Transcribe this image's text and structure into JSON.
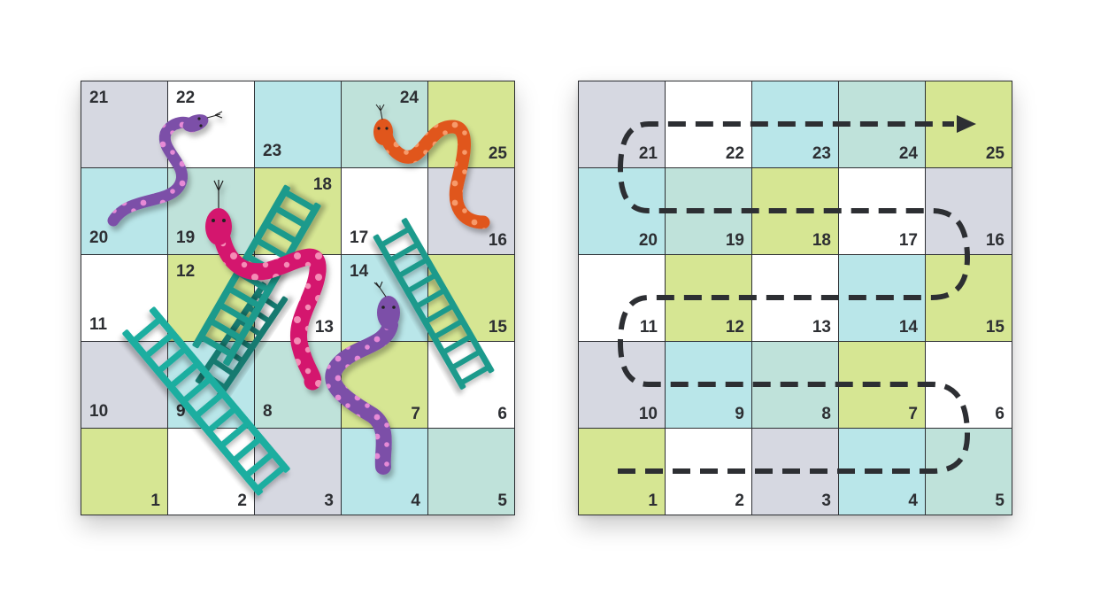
{
  "colors": {
    "lavender": "#d6d8e1",
    "white": "#ffffff",
    "aqua": "#b9e6e9",
    "mint": "#bfe2da",
    "lime": "#d6e693",
    "grid_line": "#2d2f33",
    "ladder": "#1a9a8c",
    "ladder_dark": "#137a6f",
    "path": "#2d2f33"
  },
  "left_board": {
    "cells": [
      {
        "n": "21",
        "color": "lavender",
        "label_pos": "tl"
      },
      {
        "n": "22",
        "color": "white",
        "label_pos": "tl"
      },
      {
        "n": "23",
        "color": "aqua",
        "label_pos": "bl"
      },
      {
        "n": "24",
        "color": "mint",
        "label_pos": "tr"
      },
      {
        "n": "25",
        "color": "lime",
        "label_pos": "br"
      },
      {
        "n": "20",
        "color": "aqua",
        "label_pos": "bl"
      },
      {
        "n": "19",
        "color": "mint",
        "label_pos": "bl"
      },
      {
        "n": "18",
        "color": "lime",
        "label_pos": "tr"
      },
      {
        "n": "17",
        "color": "white",
        "label_pos": "bl"
      },
      {
        "n": "16",
        "color": "lavender",
        "label_pos": "br"
      },
      {
        "n": "11",
        "color": "white",
        "label_pos": "bl"
      },
      {
        "n": "12",
        "color": "lime",
        "label_pos": "tl"
      },
      {
        "n": "13",
        "color": "white",
        "label_pos": "br"
      },
      {
        "n": "14",
        "color": "aqua",
        "label_pos": "tl"
      },
      {
        "n": "15",
        "color": "lime",
        "label_pos": "br"
      },
      {
        "n": "10",
        "color": "lavender",
        "label_pos": "bl"
      },
      {
        "n": "9",
        "color": "aqua",
        "label_pos": "bl"
      },
      {
        "n": "8",
        "color": "mint",
        "label_pos": "bl"
      },
      {
        "n": "7",
        "color": "lime",
        "label_pos": "br"
      },
      {
        "n": "6",
        "color": "white",
        "label_pos": "br"
      },
      {
        "n": "1",
        "color": "lime",
        "label_pos": "br"
      },
      {
        "n": "2",
        "color": "white",
        "label_pos": "br"
      },
      {
        "n": "3",
        "color": "lavender",
        "label_pos": "br"
      },
      {
        "n": "4",
        "color": "aqua",
        "label_pos": "br"
      },
      {
        "n": "5",
        "color": "mint",
        "label_pos": "br"
      }
    ],
    "snakes": [
      {
        "name": "purple-snake-22-20",
        "color": "#7b4fa8",
        "spots": "#e68ad6"
      },
      {
        "name": "orange-snake-24-16",
        "color": "#e0561e",
        "spots": "#f79a6a"
      },
      {
        "name": "magenta-snake-19-13",
        "color": "#d4156e",
        "spots": "#f58cb6"
      },
      {
        "name": "purple-snake-14-4",
        "color": "#7b4fa8",
        "spots": "#e68ad6"
      }
    ],
    "ladders": [
      {
        "name": "ladder-9-18"
      },
      {
        "name": "ladder-10-12"
      },
      {
        "name": "ladder-11-2"
      },
      {
        "name": "ladder-17-7"
      }
    ]
  },
  "right_board": {
    "cells": [
      {
        "n": "21",
        "color": "lavender",
        "label_pos": "br"
      },
      {
        "n": "22",
        "color": "white",
        "label_pos": "br"
      },
      {
        "n": "23",
        "color": "aqua",
        "label_pos": "br"
      },
      {
        "n": "24",
        "color": "mint",
        "label_pos": "br"
      },
      {
        "n": "25",
        "color": "lime",
        "label_pos": "br"
      },
      {
        "n": "20",
        "color": "aqua",
        "label_pos": "br"
      },
      {
        "n": "19",
        "color": "mint",
        "label_pos": "br"
      },
      {
        "n": "18",
        "color": "lime",
        "label_pos": "br"
      },
      {
        "n": "17",
        "color": "white",
        "label_pos": "br"
      },
      {
        "n": "16",
        "color": "lavender",
        "label_pos": "br"
      },
      {
        "n": "11",
        "color": "white",
        "label_pos": "br"
      },
      {
        "n": "12",
        "color": "lime",
        "label_pos": "br"
      },
      {
        "n": "13",
        "color": "white",
        "label_pos": "br"
      },
      {
        "n": "14",
        "color": "aqua",
        "label_pos": "br"
      },
      {
        "n": "15",
        "color": "lime",
        "label_pos": "br"
      },
      {
        "n": "10",
        "color": "lavender",
        "label_pos": "br"
      },
      {
        "n": "9",
        "color": "aqua",
        "label_pos": "br"
      },
      {
        "n": "8",
        "color": "mint",
        "label_pos": "br"
      },
      {
        "n": "7",
        "color": "lime",
        "label_pos": "br"
      },
      {
        "n": "6",
        "color": "white",
        "label_pos": "br"
      },
      {
        "n": "1",
        "color": "lime",
        "label_pos": "br"
      },
      {
        "n": "2",
        "color": "white",
        "label_pos": "br"
      },
      {
        "n": "3",
        "color": "lavender",
        "label_pos": "br"
      },
      {
        "n": "4",
        "color": "aqua",
        "label_pos": "br"
      },
      {
        "n": "5",
        "color": "mint",
        "label_pos": "br"
      }
    ],
    "path": {
      "style": "dashed",
      "direction": "serpentine 1 to 25",
      "end": "arrow"
    }
  }
}
